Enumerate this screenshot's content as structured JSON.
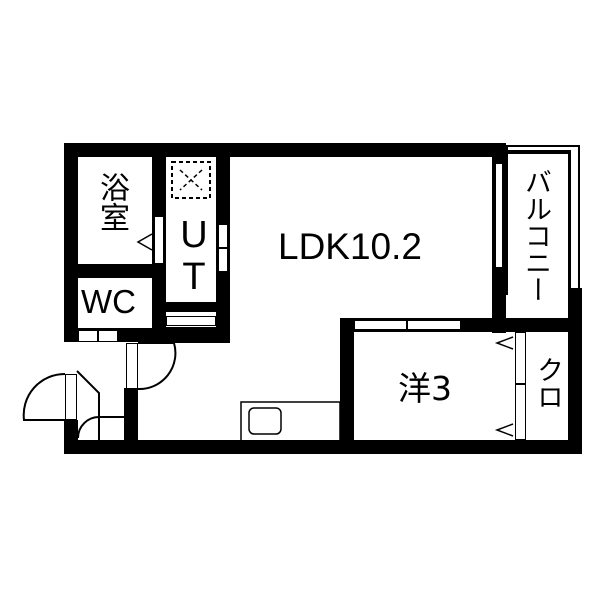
{
  "floorplan": {
    "rooms": {
      "bath": {
        "label": "浴室"
      },
      "ut": {
        "label": "UT"
      },
      "wc": {
        "label": "WC"
      },
      "ldk": {
        "label": "LDK10.2"
      },
      "balcony": {
        "label": "バルコニー"
      },
      "western": {
        "label": "洋3"
      },
      "closet": {
        "label": "クロ"
      }
    },
    "colors": {
      "wall": "#000000",
      "background": "#ffffff"
    }
  }
}
